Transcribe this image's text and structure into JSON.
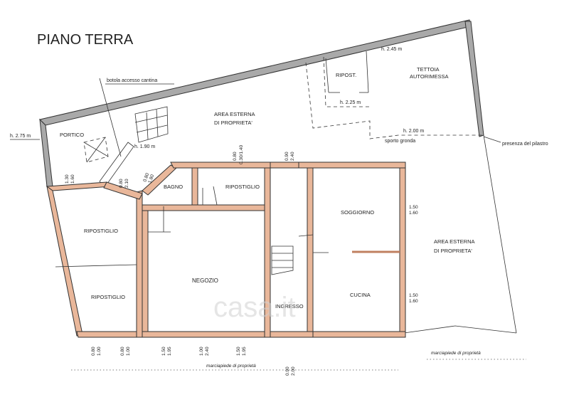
{
  "title": "PIANO TERRA",
  "rooms": {
    "portico": "PORTICO",
    "area_nord_1": "AREA ESTERNA",
    "area_nord_2": "DI PROPRIETA'",
    "ripost_top": "RIPOST.",
    "tettoia_1": "TETTOIA",
    "tettoia_2": "AUTORIMESSA",
    "bagno": "BAGNO",
    "ripostiglio_mid": "RIPOSTIGLIO",
    "ripostiglio_left_top": "RIPOSTIGLIO",
    "ripostiglio_left_bottom": "RIPOSTIGLIO",
    "negozio": "NEGOZIO",
    "ingresso": "INGRESSO",
    "soggiorno": "SOGGIORNO",
    "cucina": "CUCINA",
    "area_est_1": "AREA ESTERNA",
    "area_est_2": "DI PROPRIETA'"
  },
  "notes": {
    "botola": "botola accesso cantina",
    "h275": "h. 2.75 m",
    "h245": "h. 2.45 m",
    "h225": "h. 2.25 m",
    "h200": "h. 2.00 m",
    "h190": "h. 1.90 m",
    "sporto": "sporto gronda",
    "pilastro": "presenza del pilastro",
    "marciapiede_1": "marciapiede di proprietà",
    "marciapiede_2": "marciapiede di proprietà"
  },
  "dims": {
    "d_080_040_140_top": "0.80",
    "d_080_040_140_bot": "0.30/1.40",
    "d_090_240_top": "0.90",
    "d_090_240_bot": "2.40",
    "d_130_160_top": "1.30",
    "d_130_160_bot": "1.60",
    "d_080_210_top": "0.80",
    "d_080_210_bot": "2.10",
    "d_bagno_top": "0.80",
    "d_bagno_bot": "1.80",
    "d_soggiorno_top": "1.50",
    "d_soggiorno_bot": "1.60",
    "d_cucina_top": "1.50",
    "d_cucina_bot": "1.60",
    "d_b1_top": "0.80",
    "d_b1_bot": "1.00",
    "d_b2_top": "0.80",
    "d_b2_bot": "1.00",
    "d_b3_top": "1.50",
    "d_b3_bot": "1.95",
    "d_b4_top": "1.00",
    "d_b4_bot": "2.40",
    "d_b5_top": "1.50",
    "d_b5_bot": "1.95",
    "d_b6_top": "0.90",
    "d_b6_bot": "2.00"
  },
  "watermark": "casa.it"
}
